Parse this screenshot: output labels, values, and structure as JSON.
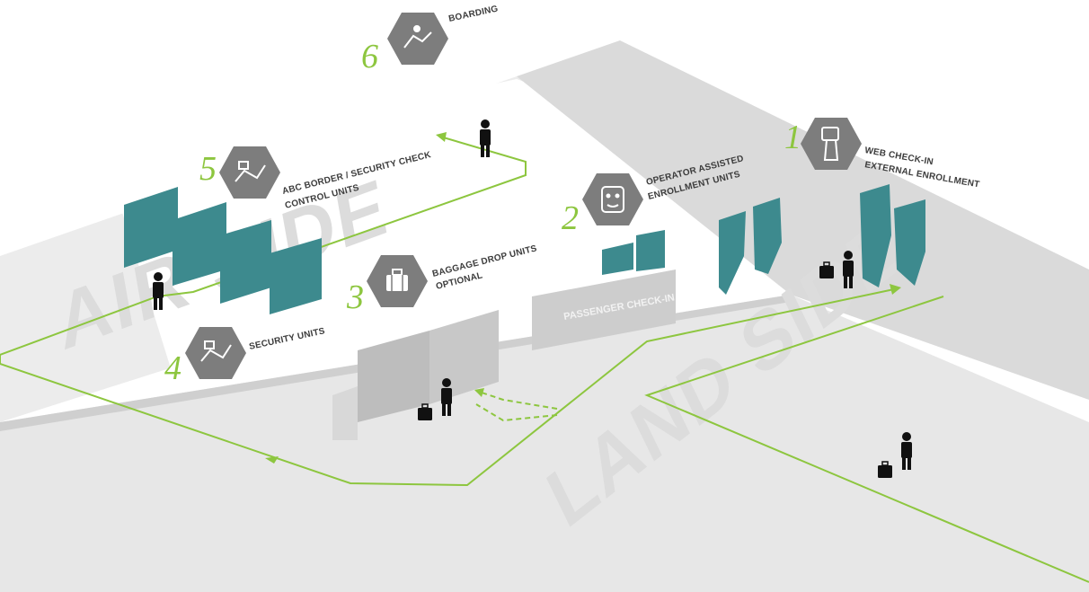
{
  "zones": {
    "airside": "AIR SIDE",
    "landside": "LAND SIDE"
  },
  "counter_label": "PASSENGER CHECK-IN",
  "steps": [
    {
      "number": "1",
      "lines": [
        "WEB CHECK-IN",
        "EXTERNAL ENROLLMENT"
      ],
      "icon": "kiosk-icon"
    },
    {
      "number": "2",
      "lines": [
        "OPERATOR ASSISTED",
        "ENROLLMENT UNITS"
      ],
      "icon": "face-icon"
    },
    {
      "number": "3",
      "lines": [
        "BAGGAGE DROP UNITS",
        "OPTIONAL"
      ],
      "icon": "suitcase-icon"
    },
    {
      "number": "4",
      "lines": [
        "SECURITY UNITS"
      ],
      "icon": "scanner-icon"
    },
    {
      "number": "5",
      "lines": [
        "ABC BORDER / SECURITY CHECK",
        "CONTROL UNITS"
      ],
      "icon": "scanner-icon"
    },
    {
      "number": "6",
      "lines": [
        "BOARDING"
      ],
      "icon": "boarding-icon"
    }
  ],
  "colors": {
    "route": "#8dc63f",
    "unit": "#3d8a8e",
    "hexagon": "#7d7d7d",
    "floor": "#e6e6e6"
  }
}
